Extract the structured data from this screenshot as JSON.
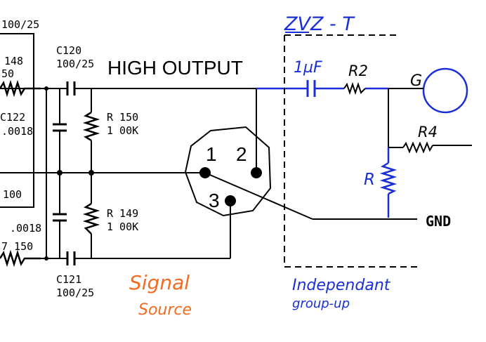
{
  "left_box": {
    "labels": [
      "100/25",
      "148",
      "50",
      "C122",
      ".0018",
      "100",
      ".0018",
      "7 150"
    ]
  },
  "components": {
    "c120": {
      "name": "C120",
      "value": "100/25"
    },
    "c121": {
      "name": "C121",
      "value": "100/25"
    },
    "r150": {
      "name": "R 150",
      "value": "1 00K"
    },
    "r149": {
      "name": "R 149",
      "value": "1 00K"
    }
  },
  "title": "HIGH OUTPUT",
  "connector": {
    "pins": [
      "1",
      "2",
      "3"
    ]
  },
  "annotations": {
    "device": "ZVZ - T",
    "capacitor": "1µF",
    "r2": "R2",
    "g": "G",
    "r4": "R4",
    "r": "R",
    "gnd": "GND",
    "signal_source": [
      "Signal",
      "Source"
    ],
    "independent_group": [
      "Independant",
      "group-up"
    ]
  },
  "colors": {
    "ink": "#000000",
    "blue_annotation": "#1a2fd6",
    "orange_annotation": "#f26b21"
  }
}
